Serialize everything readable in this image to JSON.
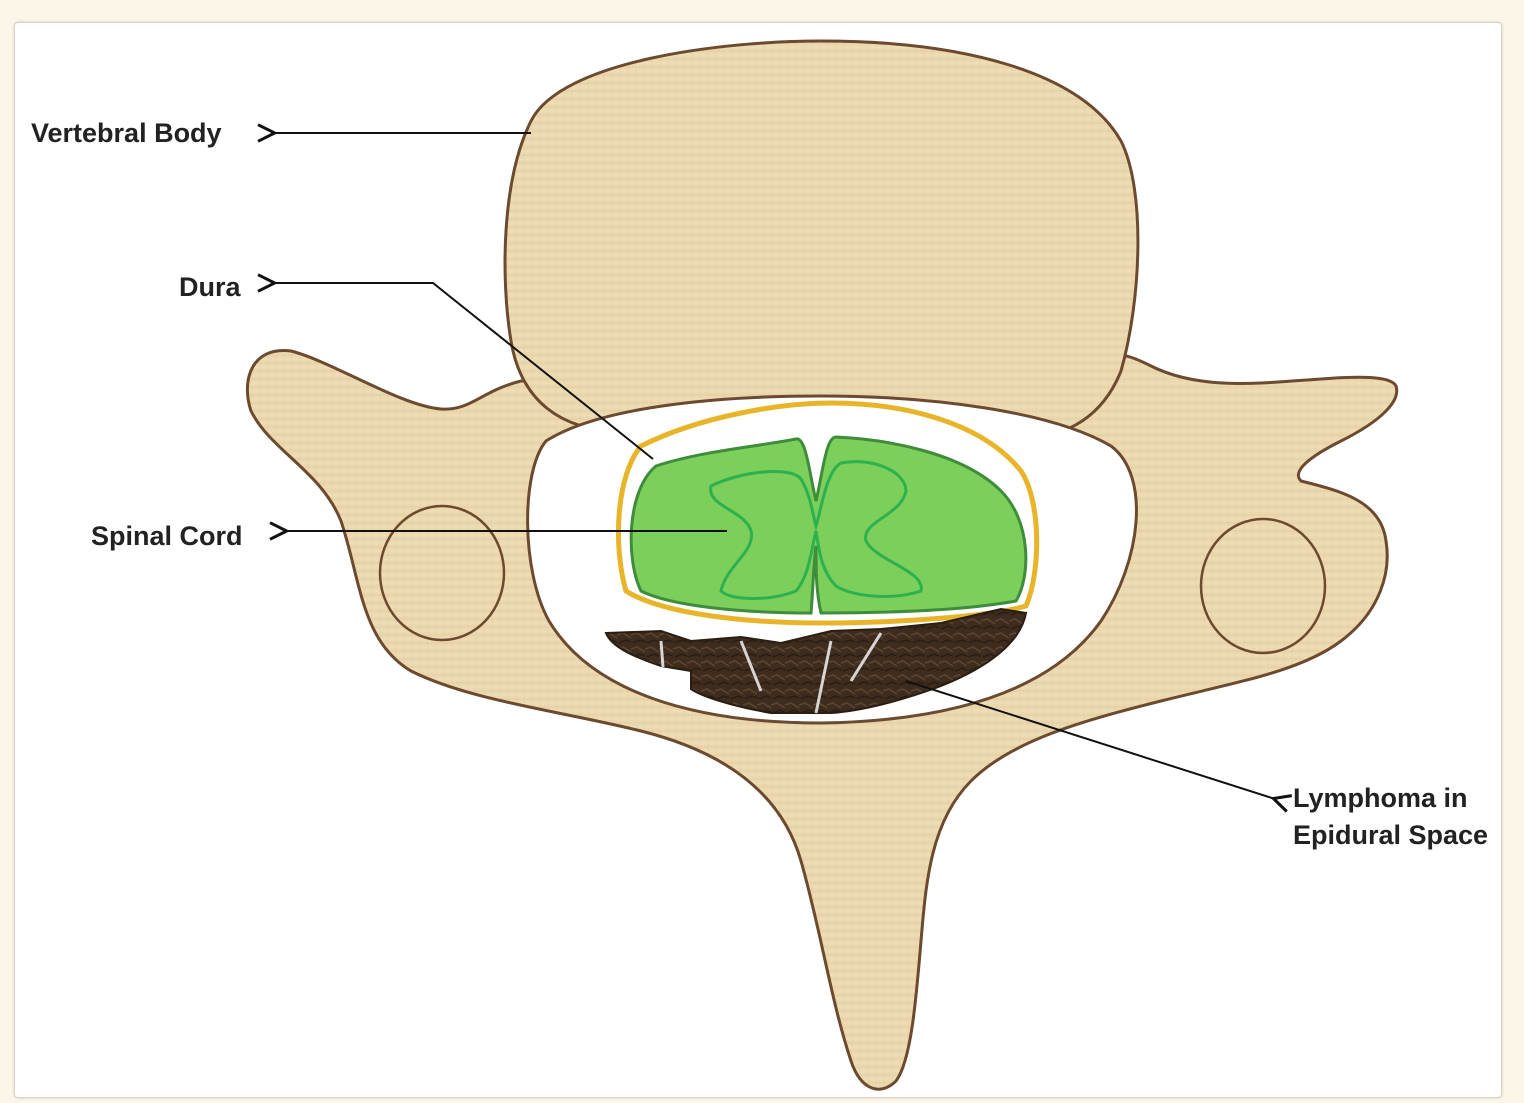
{
  "labels": {
    "vertebral_body": "Vertebral Body",
    "dura": "Dura",
    "spinal_cord": "Spinal Cord",
    "lymphoma_line1": "Lymphoma in",
    "lymphoma_line2": "Epidural Space"
  },
  "colors": {
    "bone": "#ecd9b0",
    "bone_outline": "#6b4a2f",
    "dura": "#e8b52a",
    "cord": "#7ccf5a",
    "cord_outline": "#3f8c3a",
    "gray_matter_outline": "#2db04e",
    "lymphoma": "#3e2c1e",
    "text": "#222222"
  }
}
